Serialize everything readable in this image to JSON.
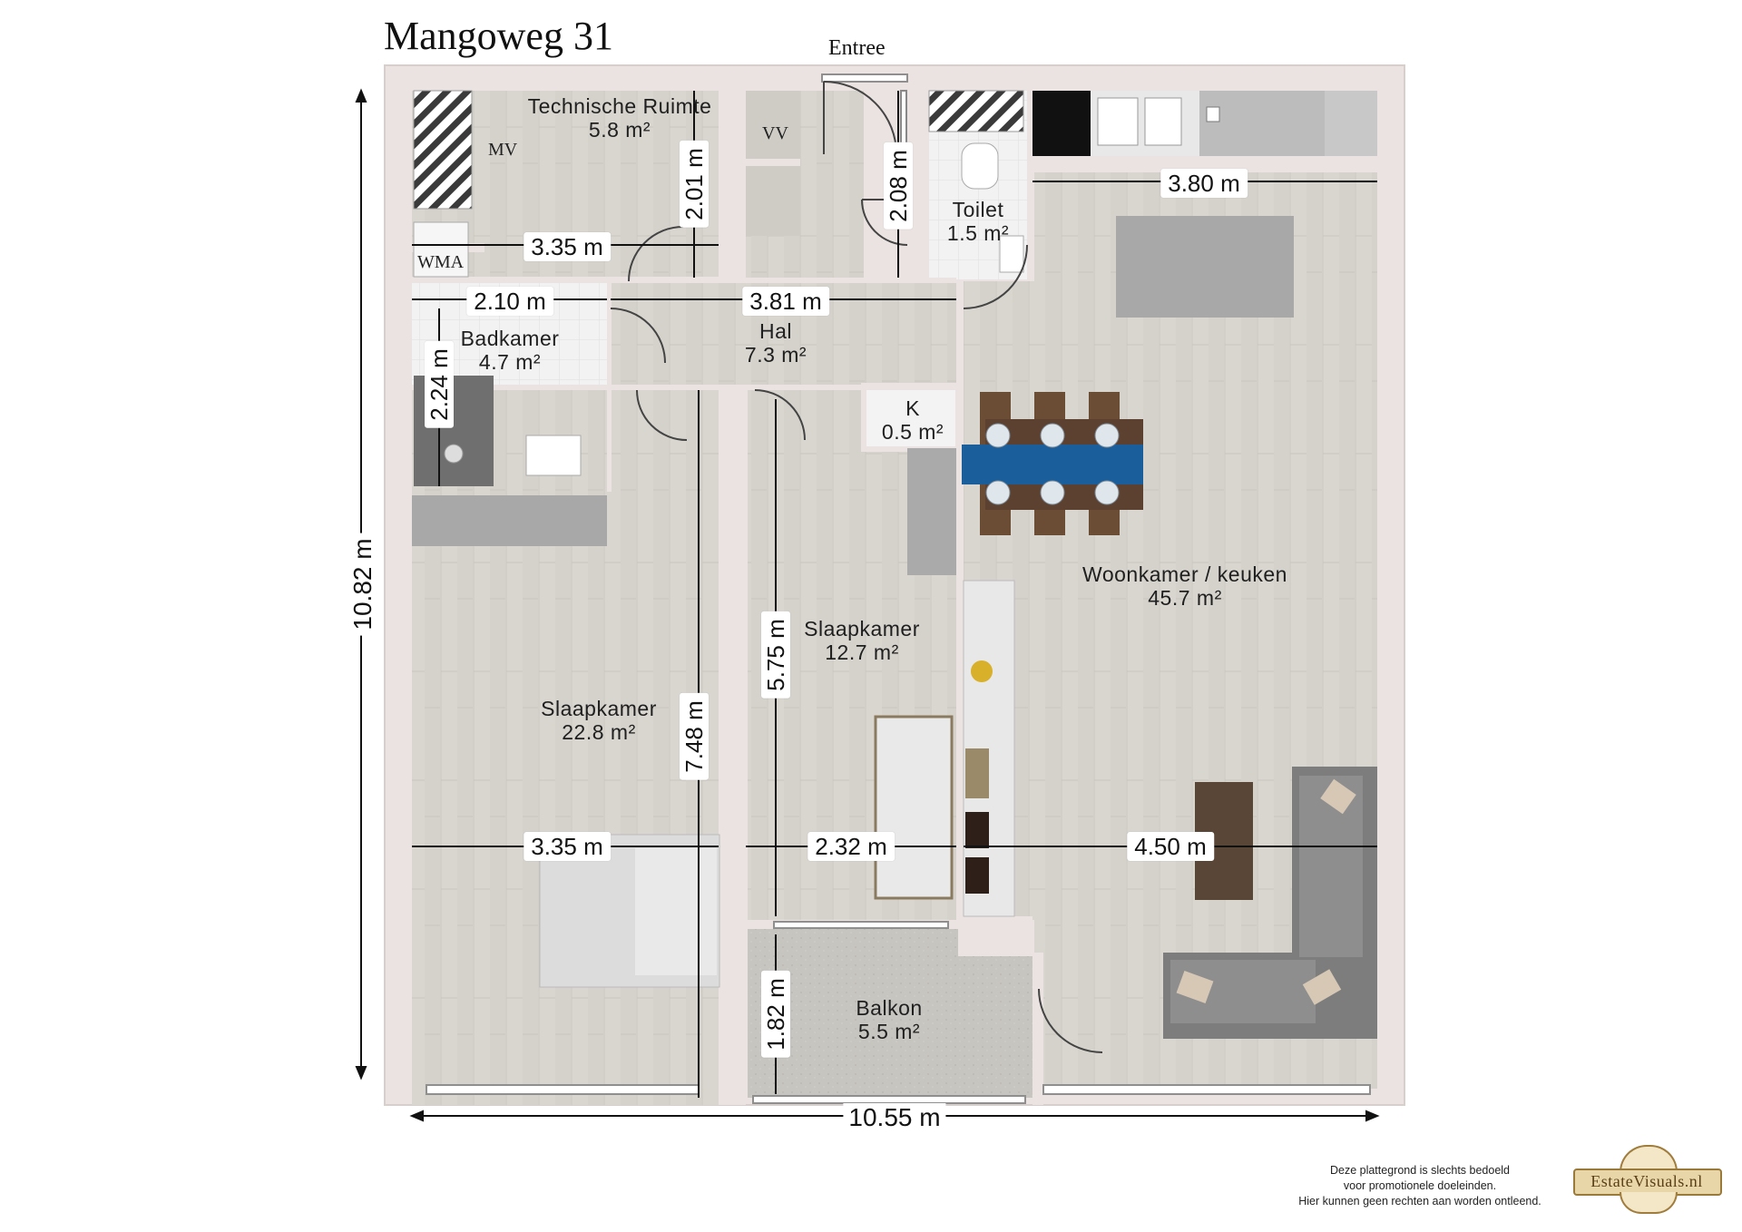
{
  "title": "Mangoweg 31",
  "entrance_label": "Entree",
  "rooms": {
    "technische_ruimte": {
      "name": "Technische Ruimte",
      "area": "5.8 m²"
    },
    "toilet": {
      "name": "Toilet",
      "area": "1.5 m²"
    },
    "hal": {
      "name": "Hal",
      "area": "7.3 m²"
    },
    "badkamer": {
      "name": "Badkamer",
      "area": "4.7 m²"
    },
    "kast": {
      "name": "K",
      "area": "0.5 m²"
    },
    "woonkamer": {
      "name": "Woonkamer / keuken",
      "area": "45.7 m²"
    },
    "slaapkamer_small": {
      "name": "Slaapkamer",
      "area": "12.7 m²"
    },
    "slaapkamer_large": {
      "name": "Slaapkamer",
      "area": "22.8 m²"
    },
    "balkon": {
      "name": "Balkon",
      "area": "5.5 m²"
    }
  },
  "tags": {
    "mv": "MV",
    "vv": "VV",
    "wma": "WMA"
  },
  "dimensions": {
    "tech_width": "3.35 m",
    "tech_height": "2.01 m",
    "toilet_height": "2.08 m",
    "kitchen_width": "3.80 m",
    "bath_width": "2.10 m",
    "hal_width": "3.81 m",
    "bath_height": "2.24 m",
    "bed_small_height": "5.75 m",
    "bed_large_height": "7.48 m",
    "bed_large_width": "3.35 m",
    "bed_small_width": "2.32 m",
    "living_width": "4.50 m",
    "balcony_height": "1.82 m",
    "total_height": "10.82 m",
    "total_width": "10.55 m"
  },
  "disclaimer": {
    "line1": "Deze plattegrond is slechts bedoeld",
    "line2": "voor promotionele doeleinden.",
    "line3": "Hier kunnen geen rechten aan worden ontleend."
  },
  "logo_text": "EstateVisuals.nl",
  "colors": {
    "wall": "#ebe3e1",
    "floor": "#d8d5cf",
    "tile": "#f1f1f1",
    "table_runner": "#1a5f9c",
    "wood": "#6b4c35",
    "sofa": "#8c8c8c"
  }
}
